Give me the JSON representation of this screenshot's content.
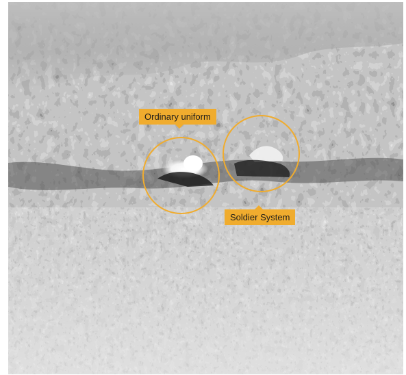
{
  "image": {
    "type": "thermal-camera-photo",
    "palette": "white-hot grayscale",
    "accent_color": "#f0ac2e"
  },
  "annotations": [
    {
      "id": "ordinary-uniform",
      "label": "Ordinary uniform"
    },
    {
      "id": "soldier-system",
      "label": "Soldier System"
    }
  ]
}
